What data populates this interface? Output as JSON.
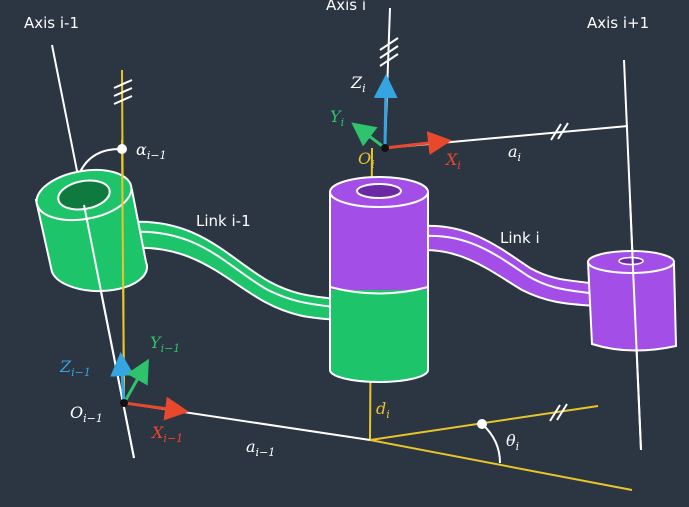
{
  "axes": {
    "prev": "Axis i-1",
    "curr": "Axis i",
    "next": "Axis i+1"
  },
  "links": {
    "prev": "Link i-1",
    "curr": "Link i"
  },
  "frame_i": {
    "z": "Z",
    "z_sub": "i",
    "y": "Y",
    "y_sub": "i",
    "x": "X",
    "x_sub": "i",
    "origin": "O",
    "origin_sub": "i"
  },
  "frame_prev": {
    "z": "Z",
    "z_sub": "i−1",
    "y": "Y",
    "y_sub": "i−1",
    "x": "X",
    "x_sub": "i−1",
    "origin": "O",
    "origin_sub": "i−1"
  },
  "params": {
    "alpha": "α",
    "alpha_sub": "i−1",
    "a_i": "a",
    "a_i_sub": "i",
    "a_prev": "a",
    "a_prev_sub": "i−1",
    "d": "d",
    "d_sub": "i",
    "theta": "θ",
    "theta_sub": "i"
  },
  "colors": {
    "background": "#2c3542",
    "yellow": "#e8c52a",
    "green": "#1ec46a",
    "green_dark": "#0f7a3e",
    "purple": "#a34ee6",
    "purple_dark": "#6b2aa3",
    "red": "#e8492c",
    "blue": "#1fa3e0",
    "z_blue": "#36a4e0",
    "y_green": "#2ec36c",
    "white": "#ffffff"
  }
}
